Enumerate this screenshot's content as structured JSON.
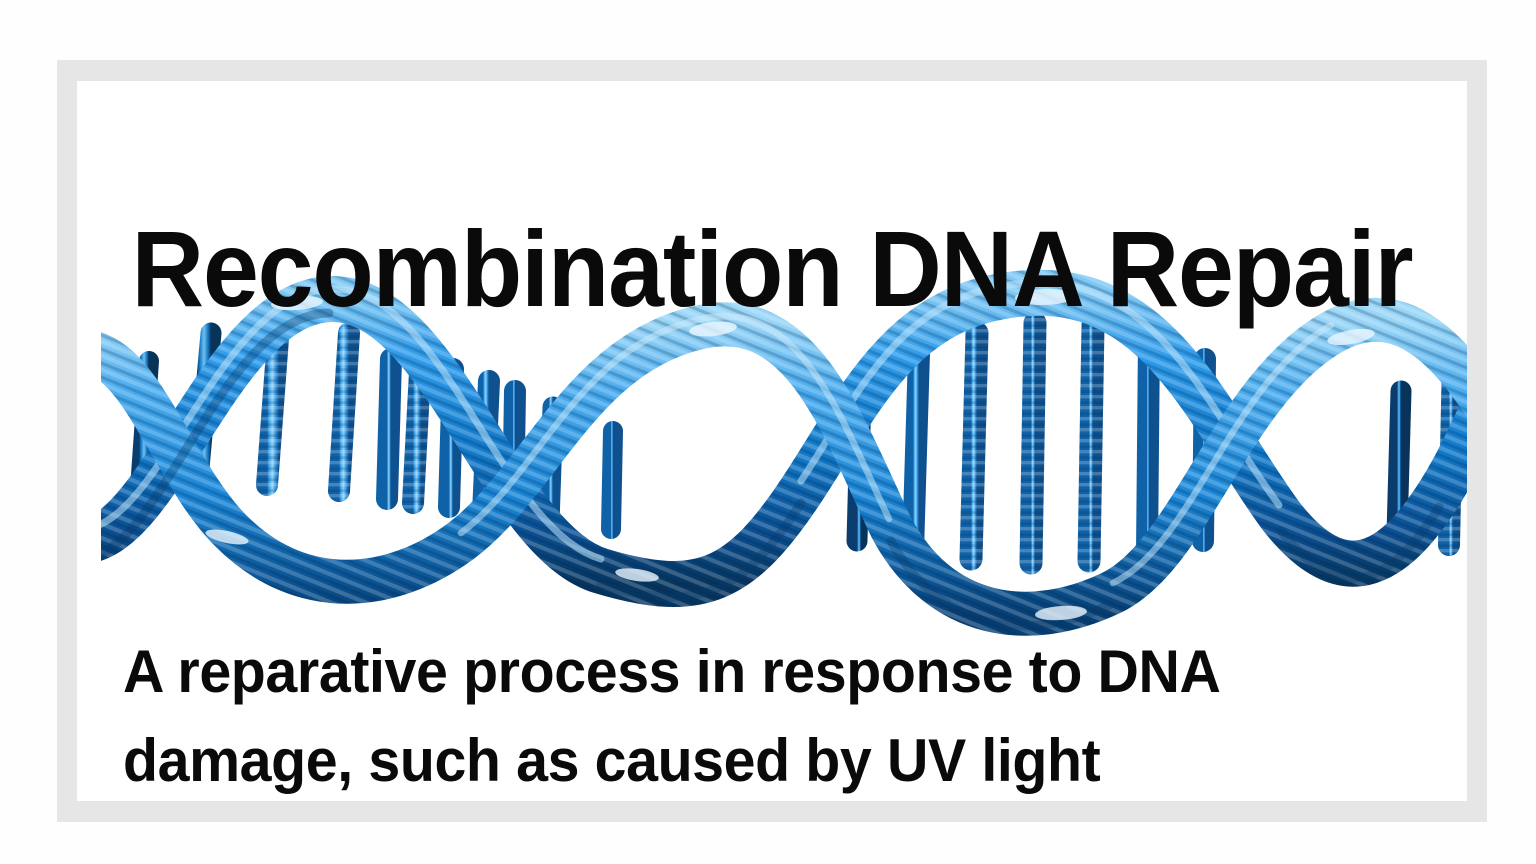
{
  "slide": {
    "background_color": "#fefefe",
    "frame_color": "#e6e6e6",
    "canvas_color": "#ffffff",
    "text_color": "#0a0a0a"
  },
  "title": {
    "text": "Recombination DNA Repair"
  },
  "subtitle": {
    "line1": "A reparative process in response to DNA",
    "line2": "damage, such as caused by UV light",
    "full_text": "A reparative process in response to DNA damage, such as caused by UV light"
  },
  "illustration": {
    "name": "dna-double-helix",
    "description": "Blue 3D DNA double helix spanning the width of the slide",
    "color_light": "#5ab4ef",
    "color_mid": "#1f8fe0",
    "color_dark": "#0c5fa8",
    "color_deep": "#073b6d",
    "helix_count": 3,
    "rungs_per_helix": 9
  }
}
